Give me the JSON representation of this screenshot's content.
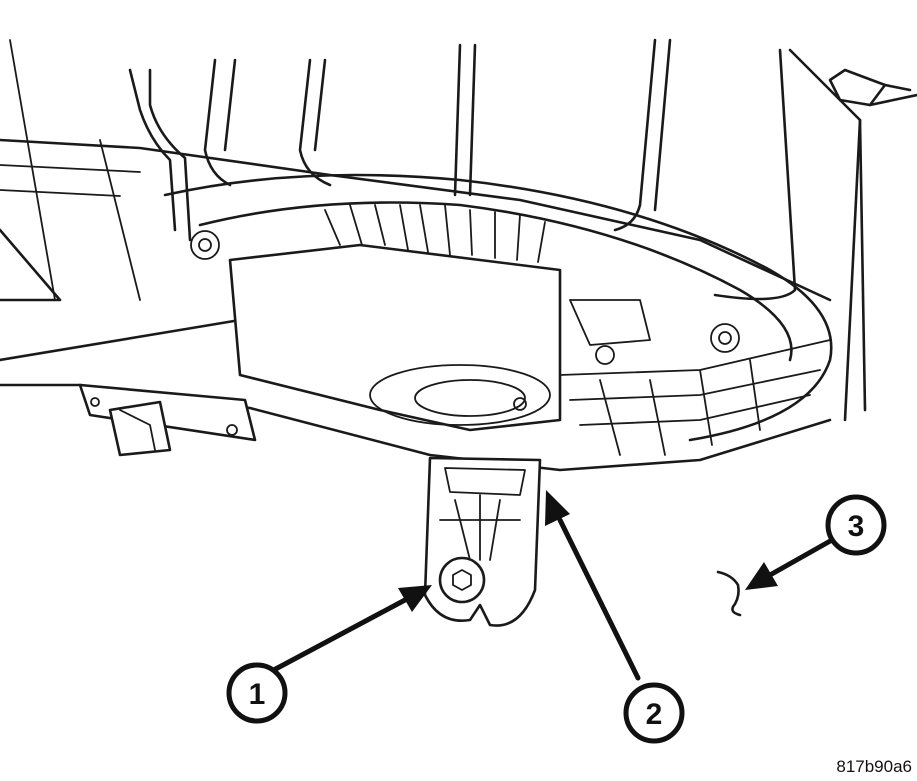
{
  "callouts": [
    {
      "number": "1"
    },
    {
      "number": "2"
    },
    {
      "number": "3"
    }
  ],
  "figure_code": "817b90a6"
}
